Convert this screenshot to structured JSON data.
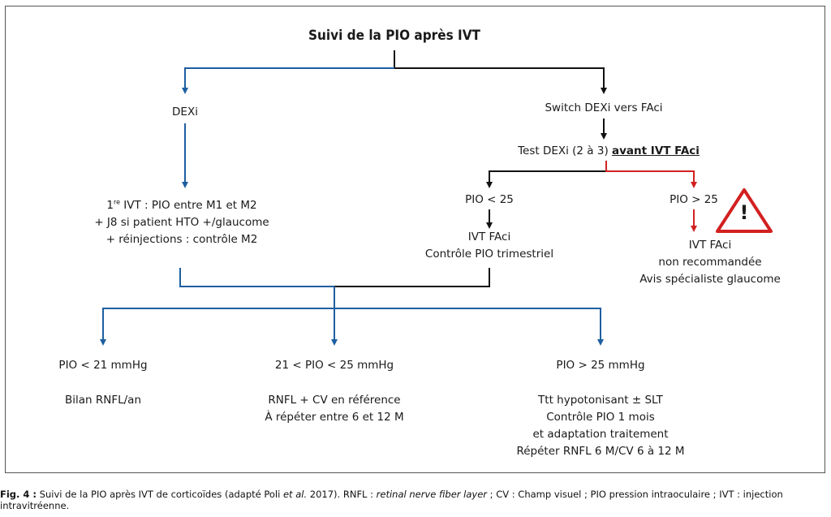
{
  "title": "Suivi de la PIO après IVT",
  "left_branch": {
    "label": "DEXi",
    "monitoring": {
      "line1_prefix": "1",
      "line1_sup": "re",
      "line1_rest": " IVT : PIO entre M1 et M2",
      "line2": "+ J8 si patient HTO +/glaucome",
      "line3": "+ réinjections : contrôle M2"
    }
  },
  "right_branch": {
    "label": "Switch DEXi vers FAci",
    "test": {
      "prefix": "Test DEXi (2 à 3) ",
      "emphasis": "avant IVT FAci"
    },
    "low": {
      "label": "PIO < 25",
      "line1": "IVT FAci",
      "line2": "Contrôle PIO trimestriel"
    },
    "high": {
      "label": "PIO > 25",
      "line1": "IVT FAci",
      "line2": "non recommandée",
      "line3": "Avis spécialiste glaucome",
      "warning": "!"
    }
  },
  "outcomes": [
    {
      "label": "PIO < 21 mmHg",
      "lines": [
        "Bilan RNFL/an"
      ]
    },
    {
      "label": "21 < PIO < 25 mmHg",
      "lines": [
        "RNFL + CV en référence",
        "À répéter entre 6 et 12 M"
      ]
    },
    {
      "label": "PIO > 25 mmHg",
      "lines": [
        "Ttt hypotonisant ± SLT",
        "Contrôle PIO 1 mois",
        "et adaptation traitement",
        "Répéter RNFL 6 M/CV 6 à 12 M"
      ]
    }
  ],
  "colors": {
    "blue": "#1e5fa0",
    "black": "#111111",
    "red": "#d22020",
    "frame": "#555555"
  },
  "caption": {
    "label": "Fig. 4 :",
    "part1": " Suivi de la PIO après IVT de corticoïdes (adapté Poli ",
    "etal": "et al.",
    "part2": " 2017). RNFL : ",
    "rnfl": "retinal nerve fiber layer",
    "part3": " ; CV : Champ visuel ; PIO pression intraoculaire ; IVT : injection intravitréenne."
  }
}
